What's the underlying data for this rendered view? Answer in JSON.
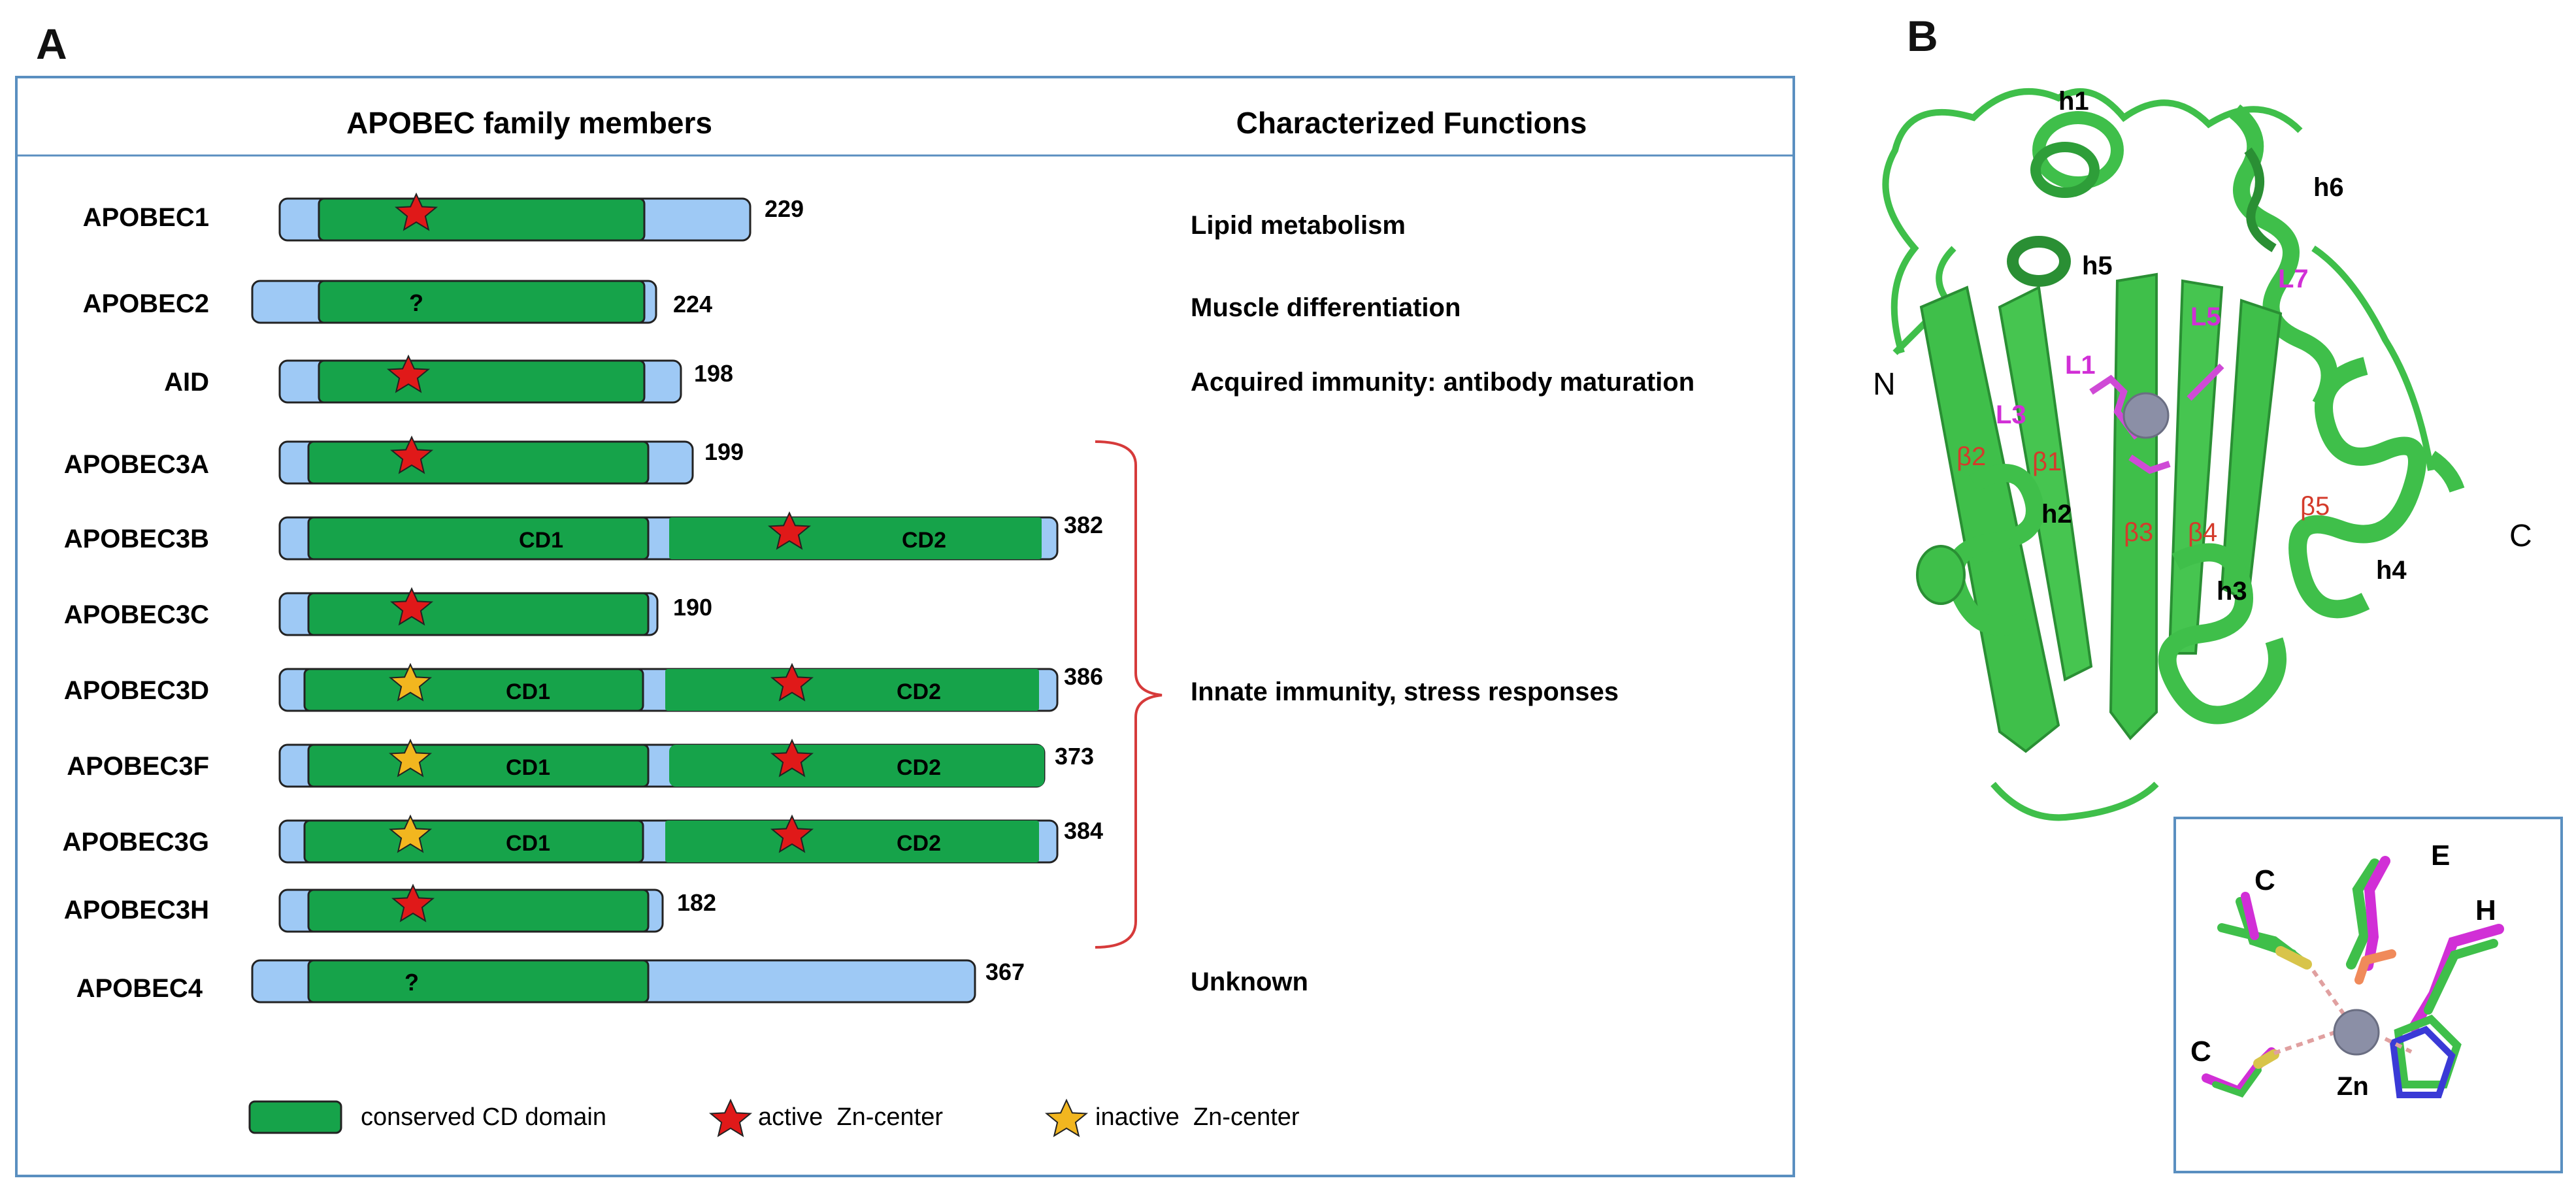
{
  "panel_a": {
    "letter": "A",
    "header_left": "APOBEC family members",
    "header_right": "Characterized Functions",
    "rows": [
      {
        "name": "APOBEC1",
        "length": "229",
        "domains": [
          {
            "label": "",
            "star": "active"
          }
        ]
      },
      {
        "name": "APOBEC2",
        "length": "224",
        "domains": [
          {
            "label": "?",
            "star": "none"
          }
        ]
      },
      {
        "name": "AID",
        "length": "198",
        "domains": [
          {
            "label": "",
            "star": "active"
          }
        ]
      },
      {
        "name": "APOBEC3A",
        "length": "199",
        "domains": [
          {
            "label": "",
            "star": "active"
          }
        ]
      },
      {
        "name": "APOBEC3B",
        "length": "382",
        "domains": [
          {
            "label": "CD1",
            "star": "none"
          },
          {
            "label": "CD2",
            "star": "active"
          }
        ]
      },
      {
        "name": "APOBEC3C",
        "length": "190",
        "domains": [
          {
            "label": "",
            "star": "active"
          }
        ]
      },
      {
        "name": "APOBEC3D",
        "length": "386",
        "domains": [
          {
            "label": "CD1",
            "star": "inactive"
          },
          {
            "label": "CD2",
            "star": "active"
          }
        ]
      },
      {
        "name": "APOBEC3F",
        "length": "373",
        "domains": [
          {
            "label": "CD1",
            "star": "inactive"
          },
          {
            "label": "CD2",
            "star": "active"
          }
        ]
      },
      {
        "name": "APOBEC3G",
        "length": "384",
        "domains": [
          {
            "label": "CD1",
            "star": "inactive"
          },
          {
            "label": "CD2",
            "star": "active"
          }
        ]
      },
      {
        "name": "APOBEC3H",
        "length": "182",
        "domains": [
          {
            "label": "",
            "star": "active"
          }
        ]
      },
      {
        "name": "APOBEC4",
        "length": "367",
        "domains": [
          {
            "label": "?",
            "star": "none"
          }
        ]
      }
    ],
    "functions": [
      "Lipid metabolism",
      "Muscle differentiation",
      "Acquired immunity: antibody maturation",
      "Innate immunity, stress responses",
      "Unknown"
    ],
    "legend": {
      "domain": "conserved CD domain",
      "active": "active  Zn-center",
      "inactive": "inactive  Zn-center"
    }
  },
  "panel_b": {
    "letter": "B",
    "helix_labels": [
      "h1",
      "h2",
      "h3",
      "h4",
      "h5",
      "h6"
    ],
    "strand_labels": [
      "β1",
      "β2",
      "β3",
      "β4",
      "β5"
    ],
    "loop_labels": [
      "L1",
      "L3",
      "L5",
      "L7"
    ],
    "termini": [
      "N",
      "C"
    ],
    "inset": {
      "residues": [
        "C",
        "E",
        "H",
        "C"
      ],
      "metal": "Zn"
    }
  },
  "colors": {
    "precursor": "#9ec9f5",
    "domain": "#16a34a",
    "active_star": "#e01919",
    "inactive_star": "#f2b61f",
    "frame": "#5a8fc0",
    "bracket": "#d63a3a",
    "ribbon": "#3fbf4a",
    "loop_text": "#d12fd6",
    "strand_text": "#d43b2b",
    "zinc": "#8b8fa6"
  }
}
